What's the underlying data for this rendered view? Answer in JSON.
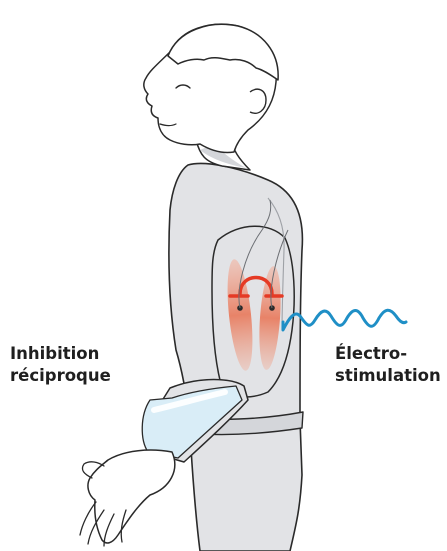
{
  "labels": {
    "reciprocal_inhibition": {
      "line1": "Inhibition",
      "line2": "réciproque"
    },
    "electrostimulation": {
      "line1": "Électro-",
      "line2": "stimulation"
    }
  },
  "colors": {
    "outline": "#2a2a2a",
    "shirt": "#e2e3e6",
    "shirt_shade": "#d4d6da",
    "skin": "#ffffff",
    "cast": "#d9edf7",
    "muscle": "#ec8f73",
    "electrode_red": "#e53a25",
    "signal_wave": "#1f8fc6"
  }
}
